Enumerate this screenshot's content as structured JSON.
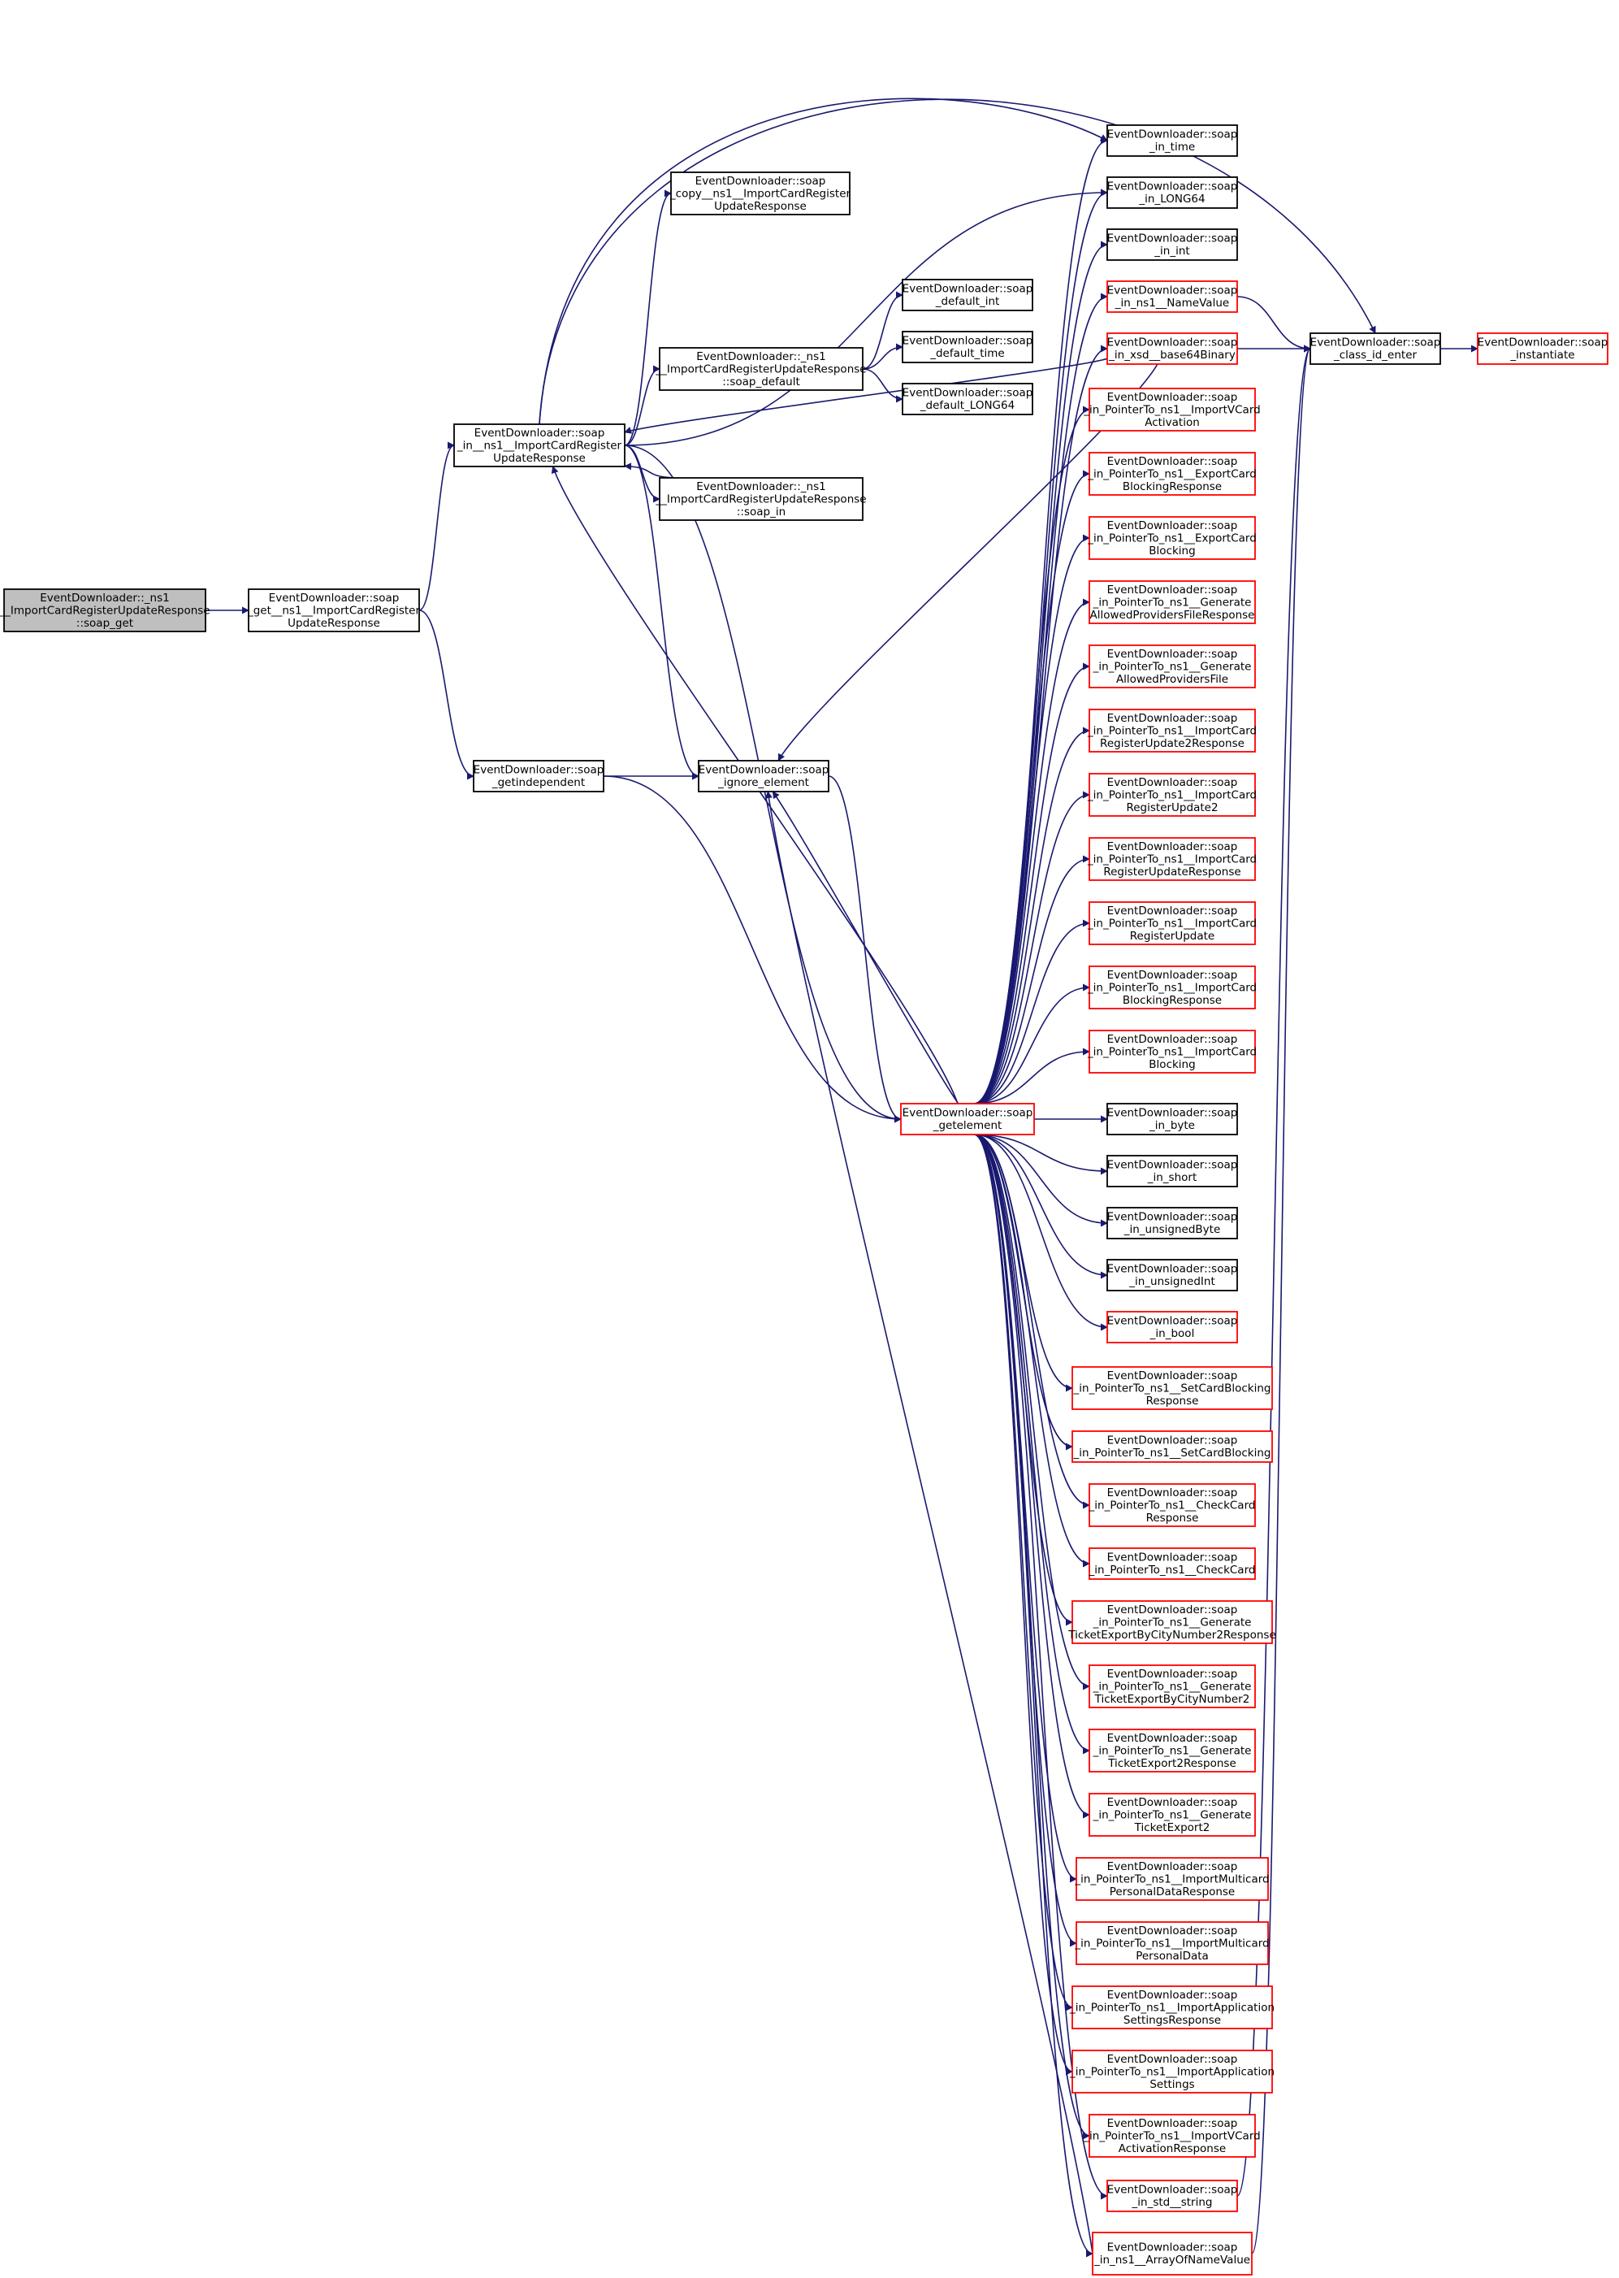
{
  "colors": {
    "edge": "#191970",
    "black_border": "#000000",
    "red_border": "#ff0000",
    "root_fill": "#bfbfbf",
    "node_fill": "#ffffff"
  },
  "nodes": [
    {
      "id": "root",
      "lines": [
        "EventDownloader::_ns1",
        "__ImportCardRegisterUpdateResponse",
        "::soap_get"
      ],
      "style": "root"
    },
    {
      "id": "get_resp",
      "lines": [
        "EventDownloader::soap",
        "_get__ns1__ImportCardRegister",
        "UpdateResponse"
      ],
      "style": "black"
    },
    {
      "id": "in_resp",
      "lines": [
        "EventDownloader::soap",
        "_in__ns1__ImportCardRegister",
        "UpdateResponse"
      ],
      "style": "black"
    },
    {
      "id": "getindep",
      "lines": [
        "EventDownloader::soap",
        "_getindependent"
      ],
      "style": "black"
    },
    {
      "id": "copy",
      "lines": [
        "EventDownloader::soap",
        "_copy__ns1__ImportCardRegister",
        "UpdateResponse"
      ],
      "style": "black"
    },
    {
      "id": "soap_default",
      "lines": [
        "EventDownloader::_ns1",
        "__ImportCardRegisterUpdateResponse",
        "::soap_default"
      ],
      "style": "black"
    },
    {
      "id": "soap_in",
      "lines": [
        "EventDownloader::_ns1",
        "__ImportCardRegisterUpdateResponse",
        "::soap_in"
      ],
      "style": "black"
    },
    {
      "id": "ignore",
      "lines": [
        "EventDownloader::soap",
        "_ignore_element"
      ],
      "style": "black"
    },
    {
      "id": "def_int",
      "lines": [
        "EventDownloader::soap",
        "_default_int"
      ],
      "style": "black"
    },
    {
      "id": "def_time",
      "lines": [
        "EventDownloader::soap",
        "_default_time"
      ],
      "style": "black"
    },
    {
      "id": "def_long",
      "lines": [
        "EventDownloader::soap",
        "_default_LONG64"
      ],
      "style": "black"
    },
    {
      "id": "getelement",
      "lines": [
        "EventDownloader::soap",
        "_getelement"
      ],
      "style": "red"
    },
    {
      "id": "in_time",
      "lines": [
        "EventDownloader::soap",
        "_in_time"
      ],
      "style": "black"
    },
    {
      "id": "in_long",
      "lines": [
        "EventDownloader::soap",
        "_in_LONG64"
      ],
      "style": "black"
    },
    {
      "id": "in_int",
      "lines": [
        "EventDownloader::soap",
        "_in_int"
      ],
      "style": "black"
    },
    {
      "id": "in_namevalue",
      "lines": [
        "EventDownloader::soap",
        "_in_ns1__NameValue"
      ],
      "style": "red"
    },
    {
      "id": "in_b64",
      "lines": [
        "EventDownloader::soap",
        "_in_xsd__base64Binary"
      ],
      "style": "red"
    },
    {
      "id": "p_vcard_act",
      "lines": [
        "EventDownloader::soap",
        "_in_PointerTo_ns1__ImportVCard",
        "Activation"
      ],
      "style": "red"
    },
    {
      "id": "p_exp_block_resp",
      "lines": [
        "EventDownloader::soap",
        "_in_PointerTo_ns1__ExportCard",
        "BlockingResponse"
      ],
      "style": "red"
    },
    {
      "id": "p_exp_block",
      "lines": [
        "EventDownloader::soap",
        "_in_PointerTo_ns1__ExportCard",
        "Blocking"
      ],
      "style": "red"
    },
    {
      "id": "p_gen_apf_resp",
      "lines": [
        "EventDownloader::soap",
        "_in_PointerTo_ns1__Generate",
        "AllowedProvidersFileResponse"
      ],
      "style": "red"
    },
    {
      "id": "p_gen_apf",
      "lines": [
        "EventDownloader::soap",
        "_in_PointerTo_ns1__Generate",
        "AllowedProvidersFile"
      ],
      "style": "red"
    },
    {
      "id": "p_icru2_resp",
      "lines": [
        "EventDownloader::soap",
        "_in_PointerTo_ns1__ImportCard",
        "RegisterUpdate2Response"
      ],
      "style": "red"
    },
    {
      "id": "p_icru2",
      "lines": [
        "EventDownloader::soap",
        "_in_PointerTo_ns1__ImportCard",
        "RegisterUpdate2"
      ],
      "style": "red"
    },
    {
      "id": "p_icru_resp",
      "lines": [
        "EventDownloader::soap",
        "_in_PointerTo_ns1__ImportCard",
        "RegisterUpdateResponse"
      ],
      "style": "red"
    },
    {
      "id": "p_icru",
      "lines": [
        "EventDownloader::soap",
        "_in_PointerTo_ns1__ImportCard",
        "RegisterUpdate"
      ],
      "style": "red"
    },
    {
      "id": "p_icb_resp",
      "lines": [
        "EventDownloader::soap",
        "_in_PointerTo_ns1__ImportCard",
        "BlockingResponse"
      ],
      "style": "red"
    },
    {
      "id": "p_icb",
      "lines": [
        "EventDownloader::soap",
        "_in_PointerTo_ns1__ImportCard",
        "Blocking"
      ],
      "style": "red"
    },
    {
      "id": "in_byte",
      "lines": [
        "EventDownloader::soap",
        "_in_byte"
      ],
      "style": "black"
    },
    {
      "id": "in_short",
      "lines": [
        "EventDownloader::soap",
        "_in_short"
      ],
      "style": "black"
    },
    {
      "id": "in_ubyte",
      "lines": [
        "EventDownloader::soap",
        "_in_unsignedByte"
      ],
      "style": "black"
    },
    {
      "id": "in_uint",
      "lines": [
        "EventDownloader::soap",
        "_in_unsignedInt"
      ],
      "style": "black"
    },
    {
      "id": "in_bool",
      "lines": [
        "EventDownloader::soap",
        "_in_bool"
      ],
      "style": "red"
    },
    {
      "id": "p_scb_resp",
      "lines": [
        "EventDownloader::soap",
        "_in_PointerTo_ns1__SetCardBlocking",
        "Response"
      ],
      "style": "red"
    },
    {
      "id": "p_scb",
      "lines": [
        "EventDownloader::soap",
        "_in_PointerTo_ns1__SetCardBlocking"
      ],
      "style": "red"
    },
    {
      "id": "p_cc_resp",
      "lines": [
        "EventDownloader::soap",
        "_in_PointerTo_ns1__CheckCard",
        "Response"
      ],
      "style": "red"
    },
    {
      "id": "p_cc",
      "lines": [
        "EventDownloader::soap",
        "_in_PointerTo_ns1__CheckCard"
      ],
      "style": "red"
    },
    {
      "id": "p_gtebcn2_resp",
      "lines": [
        "EventDownloader::soap",
        "_in_PointerTo_ns1__Generate",
        "TicketExportByCityNumber2Response"
      ],
      "style": "red"
    },
    {
      "id": "p_gtebcn2",
      "lines": [
        "EventDownloader::soap",
        "_in_PointerTo_ns1__Generate",
        "TicketExportByCityNumber2"
      ],
      "style": "red"
    },
    {
      "id": "p_gte2_resp",
      "lines": [
        "EventDownloader::soap",
        "_in_PointerTo_ns1__Generate",
        "TicketExport2Response"
      ],
      "style": "red"
    },
    {
      "id": "p_gte2",
      "lines": [
        "EventDownloader::soap",
        "_in_PointerTo_ns1__Generate",
        "TicketExport2"
      ],
      "style": "red"
    },
    {
      "id": "p_impd_resp",
      "lines": [
        "EventDownloader::soap",
        "_in_PointerTo_ns1__ImportMulticard",
        "PersonalDataResponse"
      ],
      "style": "red"
    },
    {
      "id": "p_impd",
      "lines": [
        "EventDownloader::soap",
        "_in_PointerTo_ns1__ImportMulticard",
        "PersonalData"
      ],
      "style": "red"
    },
    {
      "id": "p_ias_resp",
      "lines": [
        "EventDownloader::soap",
        "_in_PointerTo_ns1__ImportApplication",
        "SettingsResponse"
      ],
      "style": "red"
    },
    {
      "id": "p_ias",
      "lines": [
        "EventDownloader::soap",
        "_in_PointerTo_ns1__ImportApplication",
        "Settings"
      ],
      "style": "red"
    },
    {
      "id": "p_vcard_act_resp",
      "lines": [
        "EventDownloader::soap",
        "_in_PointerTo_ns1__ImportVCard",
        "ActivationResponse"
      ],
      "style": "red"
    },
    {
      "id": "in_string",
      "lines": [
        "EventDownloader::soap",
        "_in_std__string"
      ],
      "style": "red"
    },
    {
      "id": "in_arr_nv",
      "lines": [
        "EventDownloader::soap",
        "_in_ns1__ArrayOfNameValue"
      ],
      "style": "red"
    },
    {
      "id": "class_id",
      "lines": [
        "EventDownloader::soap",
        "_class_id_enter"
      ],
      "style": "black"
    },
    {
      "id": "instantiate",
      "lines": [
        "EventDownloader::soap",
        "_instantiate"
      ],
      "style": "red"
    }
  ],
  "edges": [
    [
      "root",
      "get_resp"
    ],
    [
      "get_resp",
      "in_resp"
    ],
    [
      "get_resp",
      "getindep"
    ],
    [
      "in_resp",
      "in_time"
    ],
    [
      "in_resp",
      "class_id"
    ],
    [
      "in_resp",
      "copy"
    ],
    [
      "in_resp",
      "in_long"
    ],
    [
      "in_resp",
      "soap_default"
    ],
    [
      "in_resp",
      "getelement"
    ],
    [
      "in_resp",
      "ignore"
    ],
    [
      "in_resp",
      "soap_in"
    ],
    [
      "soap_in",
      "in_resp"
    ],
    [
      "soap_default",
      "def_int"
    ],
    [
      "soap_default",
      "def_time"
    ],
    [
      "soap_default",
      "def_long"
    ],
    [
      "getindep",
      "ignore"
    ],
    [
      "getindep",
      "getelement"
    ],
    [
      "ignore",
      "getelement"
    ],
    [
      "getelement",
      "in_resp"
    ],
    [
      "getelement",
      "ignore"
    ],
    [
      "in_b64",
      "ignore"
    ],
    [
      "in_b64",
      "class_id"
    ],
    [
      "in_namevalue",
      "class_id"
    ],
    [
      "class_id",
      "instantiate"
    ],
    [
      "in_string",
      "class_id"
    ],
    [
      "in_arr_nv",
      "class_id"
    ],
    [
      "in_arr_nv",
      "ignore"
    ],
    [
      "in_b64",
      "in_resp"
    ],
    [
      "getelement",
      "in_time"
    ],
    [
      "getelement",
      "in_long"
    ],
    [
      "getelement",
      "in_int"
    ],
    [
      "getelement",
      "in_namevalue"
    ],
    [
      "getelement",
      "in_b64"
    ],
    [
      "getelement",
      "p_vcard_act"
    ],
    [
      "getelement",
      "p_exp_block_resp"
    ],
    [
      "getelement",
      "p_exp_block"
    ],
    [
      "getelement",
      "p_gen_apf_resp"
    ],
    [
      "getelement",
      "p_gen_apf"
    ],
    [
      "getelement",
      "p_icru2_resp"
    ],
    [
      "getelement",
      "p_icru2"
    ],
    [
      "getelement",
      "p_icru_resp"
    ],
    [
      "getelement",
      "p_icru"
    ],
    [
      "getelement",
      "p_icb_resp"
    ],
    [
      "getelement",
      "p_icb"
    ],
    [
      "getelement",
      "in_byte"
    ],
    [
      "getelement",
      "in_short"
    ],
    [
      "getelement",
      "in_ubyte"
    ],
    [
      "getelement",
      "in_uint"
    ],
    [
      "getelement",
      "in_bool"
    ],
    [
      "getelement",
      "p_scb_resp"
    ],
    [
      "getelement",
      "p_scb"
    ],
    [
      "getelement",
      "p_cc_resp"
    ],
    [
      "getelement",
      "p_cc"
    ],
    [
      "getelement",
      "p_gtebcn2_resp"
    ],
    [
      "getelement",
      "p_gtebcn2"
    ],
    [
      "getelement",
      "p_gte2_resp"
    ],
    [
      "getelement",
      "p_gte2"
    ],
    [
      "getelement",
      "p_impd_resp"
    ],
    [
      "getelement",
      "p_impd"
    ],
    [
      "getelement",
      "p_ias_resp"
    ],
    [
      "getelement",
      "p_ias"
    ],
    [
      "getelement",
      "p_vcard_act_resp"
    ],
    [
      "getelement",
      "in_string"
    ],
    [
      "getelement",
      "in_arr_nv"
    ]
  ]
}
